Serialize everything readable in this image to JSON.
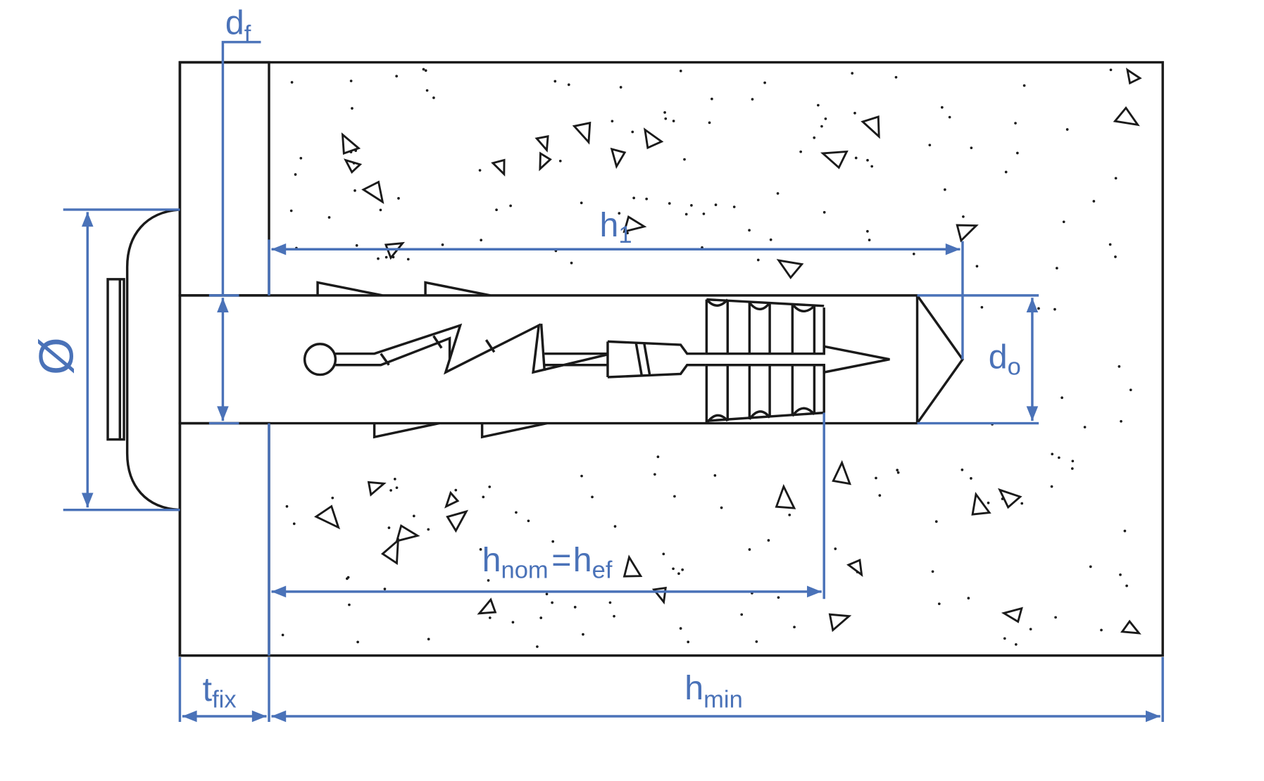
{
  "colors": {
    "dimension": "#4a72b8",
    "outline": "#1a1a1a",
    "background": "#ffffff"
  },
  "labels": {
    "df": {
      "main": "d",
      "sub": "f"
    },
    "diameter": {
      "main": "Ø"
    },
    "h1": {
      "main": "h",
      "sub": "1"
    },
    "d0": {
      "main": "d",
      "sub": "o"
    },
    "hnom": {
      "main": "h",
      "sub": "nom",
      "eq": "=",
      "main2": "h",
      "sub2": "ef"
    },
    "tfix": {
      "main": "t",
      "sub": "fix"
    },
    "hmin": {
      "main": "h",
      "sub": "min"
    }
  }
}
